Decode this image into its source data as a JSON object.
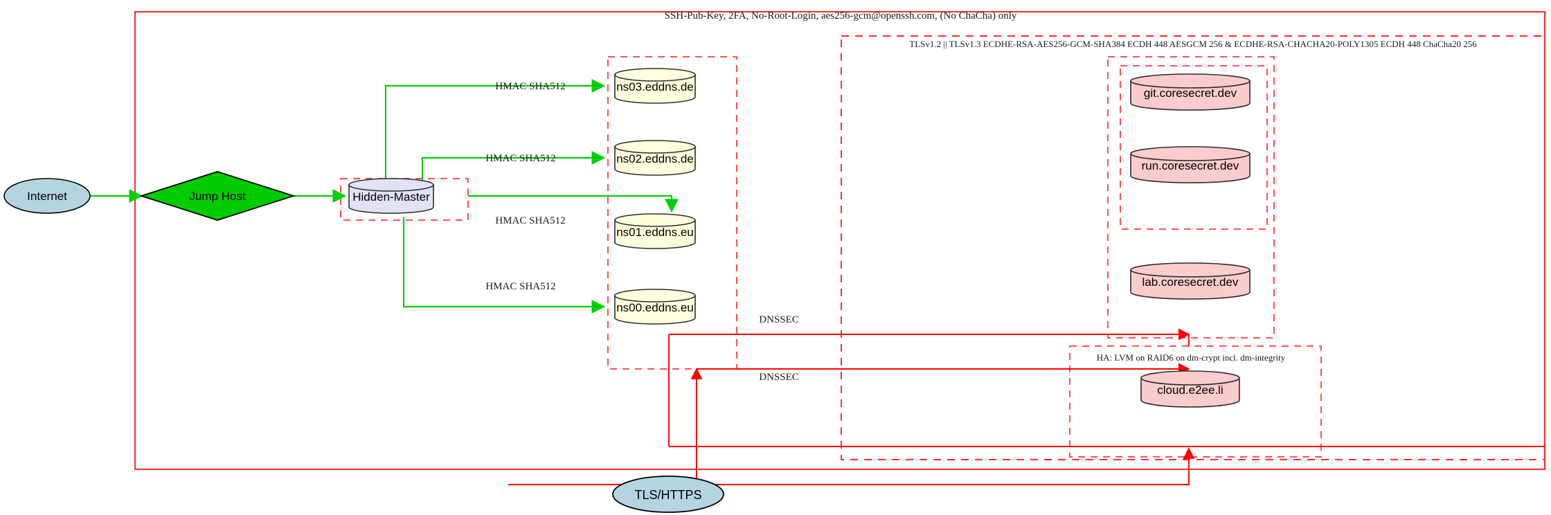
{
  "diagram": {
    "title_top": "SSH-Pub-Key, 2FA, No-Root-Login, aes256-gcm@openssh.com, (No ChaCha) only",
    "clusters": [
      {
        "id": "ssh-boundary",
        "label": "SSH-Pub-Key, 2FA, No-Root-Login, aes256-gcm@openssh.com, (No ChaCha) only",
        "style": "solid-red"
      },
      {
        "id": "tls-boundary",
        "label": "TLSv1.2 || TLSv1.3 ECDHE-RSA-AES256-GCM-SHA384 ECDH 448 AESGCM 256 & ECDHE-RSA-CHACHA20-POLY1305 ECDH 448 ChaCha20 256",
        "style": "dashed-red"
      },
      {
        "id": "ha-boundary",
        "label": "HA: LVM on RAID6 on dm-crypt incl. dm-integrity",
        "style": "dashed-red"
      },
      {
        "id": "hidden-master-boundary",
        "label": "",
        "style": "dashed-red"
      },
      {
        "id": "nameserver-boundary",
        "label": "",
        "style": "dashed-red"
      },
      {
        "id": "coresecret-boundary",
        "label": "",
        "style": "dashed-red"
      },
      {
        "id": "coresecret-inner-boundary",
        "label": "",
        "style": "dashed-red"
      }
    ],
    "nodes": [
      {
        "id": "internet",
        "label": "Internet",
        "shape": "ellipse",
        "fill": "#b4d4e1"
      },
      {
        "id": "jump-host",
        "label": "Jump Host",
        "shape": "diamond",
        "fill": "#00cc00"
      },
      {
        "id": "hidden-master",
        "label": "Hidden-Master",
        "shape": "cylinder",
        "fill": "#e2e2f5"
      },
      {
        "id": "ns03",
        "label": "ns03.eddns.de",
        "shape": "cylinder",
        "fill": "#ffffdd"
      },
      {
        "id": "ns02",
        "label": "ns02.eddns.de",
        "shape": "cylinder",
        "fill": "#ffffdd"
      },
      {
        "id": "ns01",
        "label": "ns01.eddns.eu",
        "shape": "cylinder",
        "fill": "#ffffdd"
      },
      {
        "id": "ns00",
        "label": "ns00.eddns.eu",
        "shape": "cylinder",
        "fill": "#ffffdd"
      },
      {
        "id": "git",
        "label": "git.coresecret.dev",
        "shape": "cylinder",
        "fill": "#fbcccc"
      },
      {
        "id": "run",
        "label": "run.coresecret.dev",
        "shape": "cylinder",
        "fill": "#fbcccc"
      },
      {
        "id": "lab",
        "label": "lab.coresecret.dev",
        "shape": "cylinder",
        "fill": "#fbcccc"
      },
      {
        "id": "cloud",
        "label": "cloud.e2ee.li",
        "shape": "cylinder",
        "fill": "#fbcccc"
      },
      {
        "id": "tls-https",
        "label": "TLS/HTTPS",
        "shape": "ellipse",
        "fill": "#b4d4e1"
      }
    ],
    "edge_labels": {
      "hmac_ns03": "HMAC SHA512",
      "hmac_ns02": "HMAC SHA512",
      "hmac_ns01": "HMAC SHA512",
      "hmac_ns00": "HMAC SHA512",
      "dnssec_upper": "DNSSEC",
      "dnssec_lower": "DNSSEC"
    },
    "colors": {
      "green_edge": "#00d000",
      "red_edge": "#ff0000",
      "red_boundary": "#ff2b2b",
      "ellipse_fill": "#b4d4e1",
      "diamond_fill": "#00cc00",
      "master_fill": "#e2e2f5",
      "ns_fill": "#ffffdd",
      "service_fill": "#fbcccc"
    }
  }
}
